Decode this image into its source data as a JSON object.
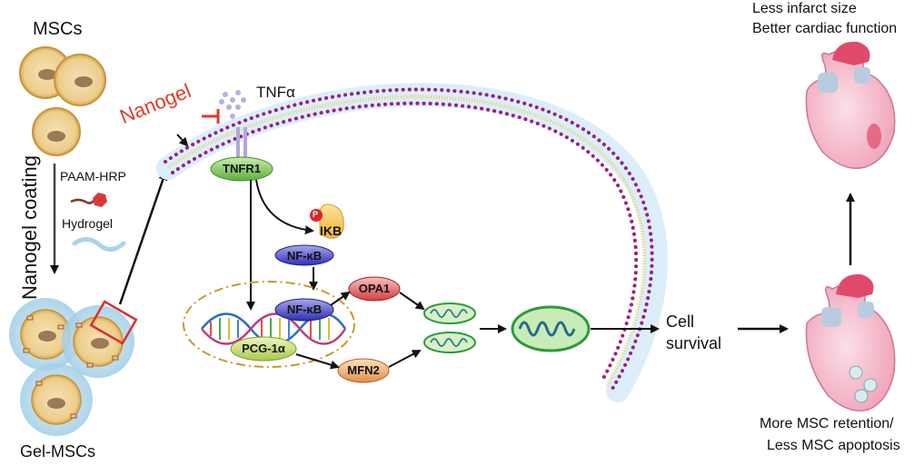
{
  "left": {
    "mscs_label": "MSCs",
    "coating_label": "Nanogel coating",
    "paam_label": "PAAM-HRP",
    "hydrogel_label": "Hydrogel",
    "gel_mscs_label": "Gel-MSCs"
  },
  "membrane": {
    "nanogel_label": "Nanogel",
    "tnfa_label": "TNFα",
    "tnfr1_label": "TNFR1"
  },
  "pathway": {
    "p_label": "P",
    "ikb_label": "IKB",
    "nfkb_top_label": "NF-κB",
    "nfkb_mid_label": "NF-κB",
    "opa1_label": "OPA1",
    "pcg_label": "PCG-1α",
    "mfn2_label": "MFN2"
  },
  "outcome": {
    "cell_label": "Cell",
    "survival_label": "survival",
    "bottom_line1": "More MSC retention/",
    "bottom_line2": "Less MSC apoptosis",
    "top_line1": "Less infarct size",
    "top_line2": "Better cardiac function"
  },
  "colors": {
    "nanogel_red": "#e03a2a",
    "membrane_head": "#9c1f7a",
    "membrane_tail": "#e8d26a",
    "tnfr1_green": "#6ec04a",
    "nfkb_blue": "#3a3ab8",
    "opa1_red": "#d84848",
    "pcg_green": "#b8d46a",
    "mfn2_orange": "#e8a060",
    "mito_green": "#2e9a3a",
    "cell_beige": "#f0d8a0",
    "gel_blue": "#bfe0f0"
  }
}
